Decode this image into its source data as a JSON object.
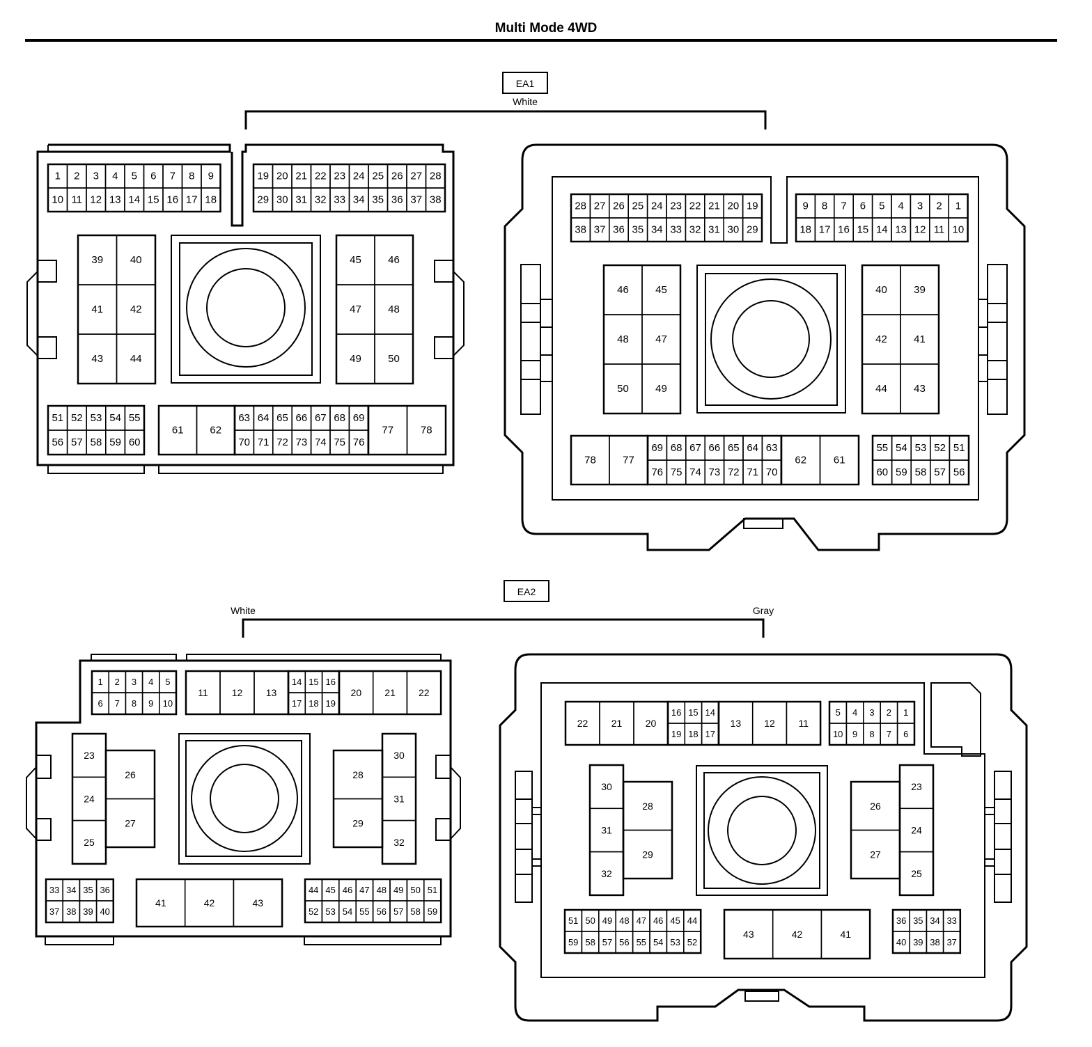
{
  "title": "Multi Mode 4WD",
  "connectors": [
    {
      "id": "EA1",
      "colors": [
        "White"
      ]
    },
    {
      "id": "EA2",
      "colors": [
        "White",
        "Gray"
      ]
    }
  ],
  "ea1_left": {
    "top_rows": [
      [
        "1",
        "2",
        "3",
        "4",
        "5",
        "6",
        "7",
        "8",
        "9"
      ],
      [
        "10",
        "11",
        "12",
        "13",
        "14",
        "15",
        "16",
        "17",
        "18"
      ],
      [
        "19",
        "20",
        "21",
        "22",
        "23",
        "24",
        "25",
        "26",
        "27",
        "28"
      ],
      [
        "29",
        "30",
        "31",
        "32",
        "33",
        "34",
        "35",
        "36",
        "37",
        "38"
      ]
    ],
    "big_left": [
      "39",
      "40",
      "41",
      "42",
      "43",
      "44"
    ],
    "big_right": [
      "45",
      "46",
      "47",
      "48",
      "49",
      "50"
    ],
    "bottom_small": [
      [
        "51",
        "52",
        "53",
        "54",
        "55"
      ],
      [
        "56",
        "57",
        "58",
        "59",
        "60"
      ]
    ],
    "bottom_large": [
      "61",
      "62"
    ],
    "bottom_mid": [
      [
        "63",
        "64",
        "65",
        "66",
        "67",
        "68",
        "69"
      ],
      [
        "70",
        "71",
        "72",
        "73",
        "74",
        "75",
        "76"
      ]
    ],
    "bottom_end": [
      "77",
      "78"
    ]
  },
  "ea1_right": {
    "top_rows": [
      [
        "28",
        "27",
        "26",
        "25",
        "24",
        "23",
        "22",
        "21",
        "20",
        "19"
      ],
      [
        "38",
        "37",
        "36",
        "35",
        "34",
        "33",
        "32",
        "31",
        "30",
        "29"
      ],
      [
        "9",
        "8",
        "7",
        "6",
        "5",
        "4",
        "3",
        "2",
        "1"
      ],
      [
        "18",
        "17",
        "16",
        "15",
        "14",
        "13",
        "12",
        "11",
        "10"
      ]
    ],
    "big_left": [
      "46",
      "45",
      "48",
      "47",
      "50",
      "49"
    ],
    "big_right": [
      "40",
      "39",
      "42",
      "41",
      "44",
      "43"
    ],
    "bottom_start": [
      "78",
      "77"
    ],
    "bottom_mid": [
      [
        "69",
        "68",
        "67",
        "66",
        "65",
        "64",
        "63"
      ],
      [
        "76",
        "75",
        "74",
        "73",
        "72",
        "71",
        "70"
      ]
    ],
    "bottom_large": [
      "62",
      "61"
    ],
    "bottom_small": [
      [
        "55",
        "54",
        "53",
        "52",
        "51"
      ],
      [
        "60",
        "59",
        "58",
        "57",
        "56"
      ]
    ]
  },
  "ea2_left": {
    "top_small": [
      [
        "1",
        "2",
        "3",
        "4",
        "5"
      ],
      [
        "6",
        "7",
        "8",
        "9",
        "10"
      ]
    ],
    "top_large_a": [
      "11",
      "12",
      "13"
    ],
    "top_mid": [
      [
        "14",
        "15",
        "16"
      ],
      [
        "17",
        "18",
        "19"
      ]
    ],
    "top_large_b": [
      "20",
      "21",
      "22"
    ],
    "left_col": [
      "23",
      "24",
      "25"
    ],
    "left_pair": [
      "26",
      "27"
    ],
    "right_pair": [
      "28",
      "29"
    ],
    "right_col": [
      "30",
      "31",
      "32"
    ],
    "bottom_small": [
      [
        "33",
        "34",
        "35",
        "36"
      ],
      [
        "37",
        "38",
        "39",
        "40"
      ]
    ],
    "bottom_large": [
      "41",
      "42",
      "43"
    ],
    "bottom_right": [
      [
        "44",
        "45",
        "46",
        "47",
        "48",
        "49",
        "50",
        "51"
      ],
      [
        "52",
        "53",
        "54",
        "55",
        "56",
        "57",
        "58",
        "59"
      ]
    ]
  },
  "ea2_right": {
    "top_large_a": [
      "22",
      "21",
      "20"
    ],
    "top_mid": [
      [
        "16",
        "15",
        "14"
      ],
      [
        "19",
        "18",
        "17"
      ]
    ],
    "top_large_b": [
      "13",
      "12",
      "11"
    ],
    "top_small": [
      [
        "5",
        "4",
        "3",
        "2",
        "1"
      ],
      [
        "10",
        "9",
        "8",
        "7",
        "6"
      ]
    ],
    "left_col": [
      "30",
      "31",
      "32"
    ],
    "left_pair": [
      "28",
      "29"
    ],
    "right_pair": [
      "26",
      "27"
    ],
    "right_col": [
      "23",
      "24",
      "25"
    ],
    "bottom_left": [
      [
        "51",
        "50",
        "49",
        "48",
        "47",
        "46",
        "45",
        "44"
      ],
      [
        "59",
        "58",
        "57",
        "56",
        "55",
        "54",
        "53",
        "52"
      ]
    ],
    "bottom_large": [
      "43",
      "42",
      "41"
    ],
    "bottom_small": [
      [
        "36",
        "35",
        "34",
        "33"
      ],
      [
        "40",
        "39",
        "38",
        "37"
      ]
    ]
  }
}
